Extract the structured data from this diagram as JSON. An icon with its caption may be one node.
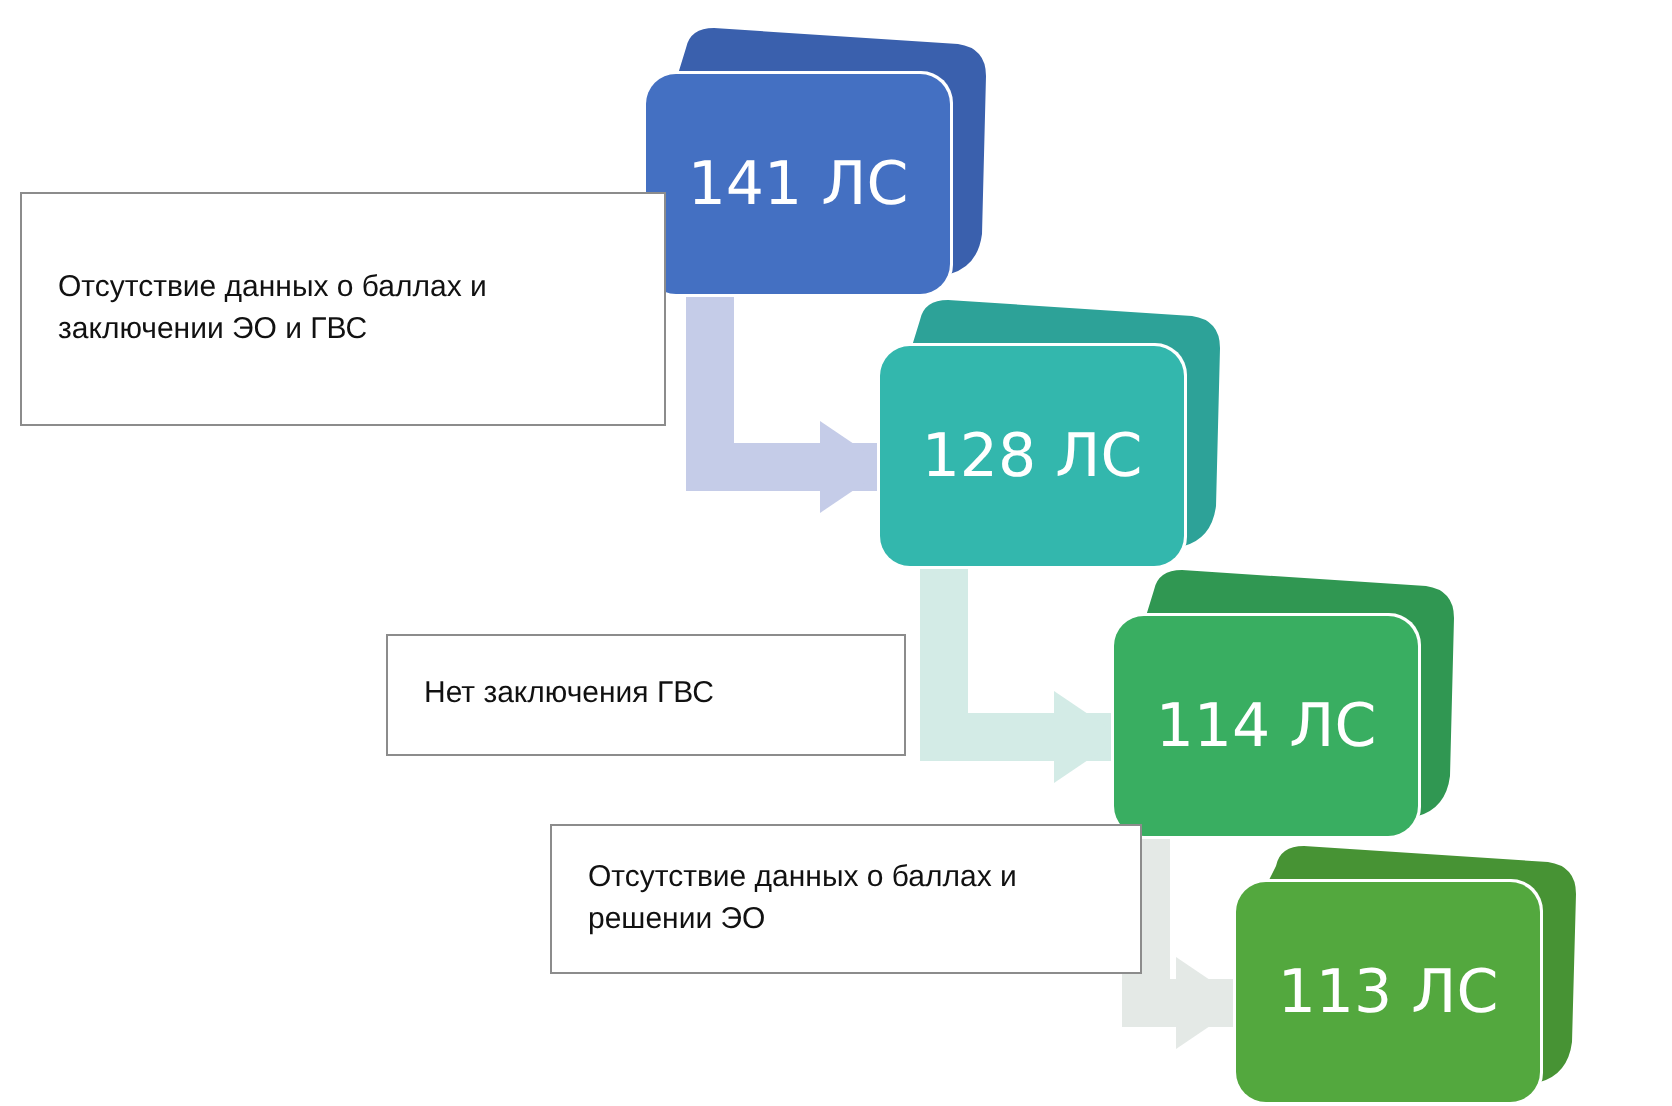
{
  "diagram": {
    "nodes": [
      {
        "text": [
          "141 ЛС"
        ]
      },
      {
        "text": [
          "128 ЛС"
        ]
      },
      {
        "text": [
          "114 ЛС"
        ]
      },
      {
        "text": [
          "113 ЛС"
        ]
      },
      {
        "text": [
          "Отсутствие данных о баллах и заключении ЭО и ГВС"
        ]
      },
      {
        "text": [
          "Нет заключения ГВС"
        ]
      },
      {
        "text": [
          "Отсутствие данных о баллах и решении ЭО"
        ]
      }
    ],
    "edges": [
      {
        "from": 0,
        "to": 1,
        "arrow": "to",
        "color": "#c5cce8"
      },
      {
        "from": 1,
        "to": 2,
        "arrow": "to",
        "color": "#d3ebe6"
      },
      {
        "from": 2,
        "to": 3,
        "arrow": "to",
        "color": "#e4e9e6"
      }
    ]
  }
}
